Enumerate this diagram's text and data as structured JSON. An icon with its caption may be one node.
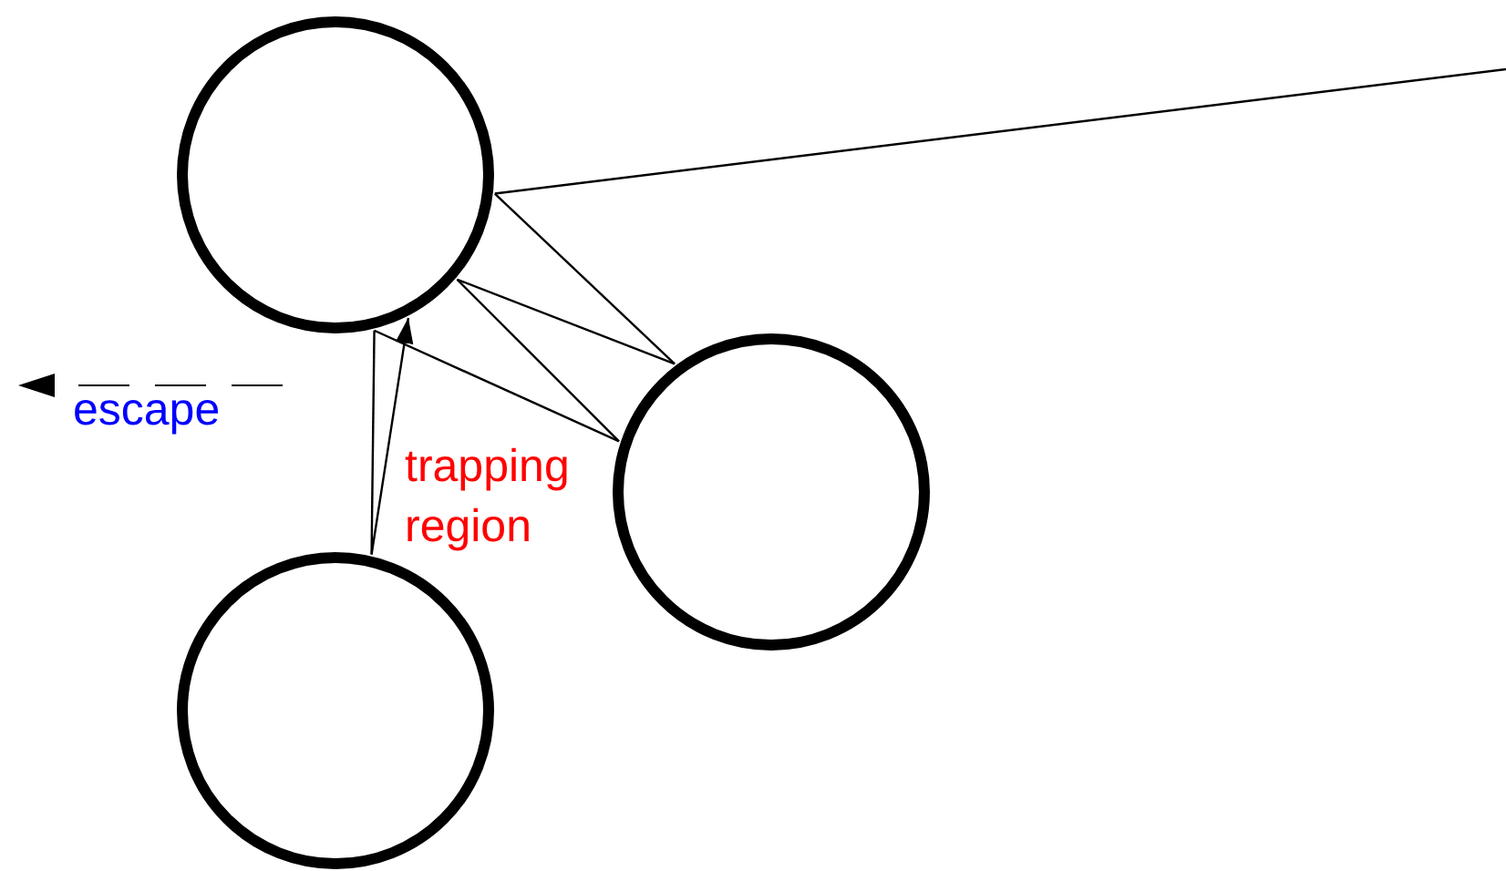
{
  "diagram": {
    "nodes": [
      {
        "text": [],
        "shape": "circle"
      },
      {
        "text": [],
        "shape": "circle"
      },
      {
        "text": [],
        "shape": "circle"
      }
    ],
    "edges": [
      {
        "from": null,
        "to": 0,
        "arrow": "none"
      },
      {
        "from": 0,
        "to": 1,
        "arrow": "none"
      },
      {
        "from": 1,
        "to": 0,
        "arrow": "none"
      },
      {
        "from": 0,
        "to": 1,
        "arrow": "none"
      },
      {
        "from": 1,
        "to": 0,
        "arrow": "none"
      },
      {
        "from": 0,
        "to": 2,
        "arrow": "none"
      },
      {
        "from": 2,
        "to": 0,
        "arrow": "to"
      }
    ],
    "labels": [
      "escape",
      "trapping region"
    ]
  }
}
